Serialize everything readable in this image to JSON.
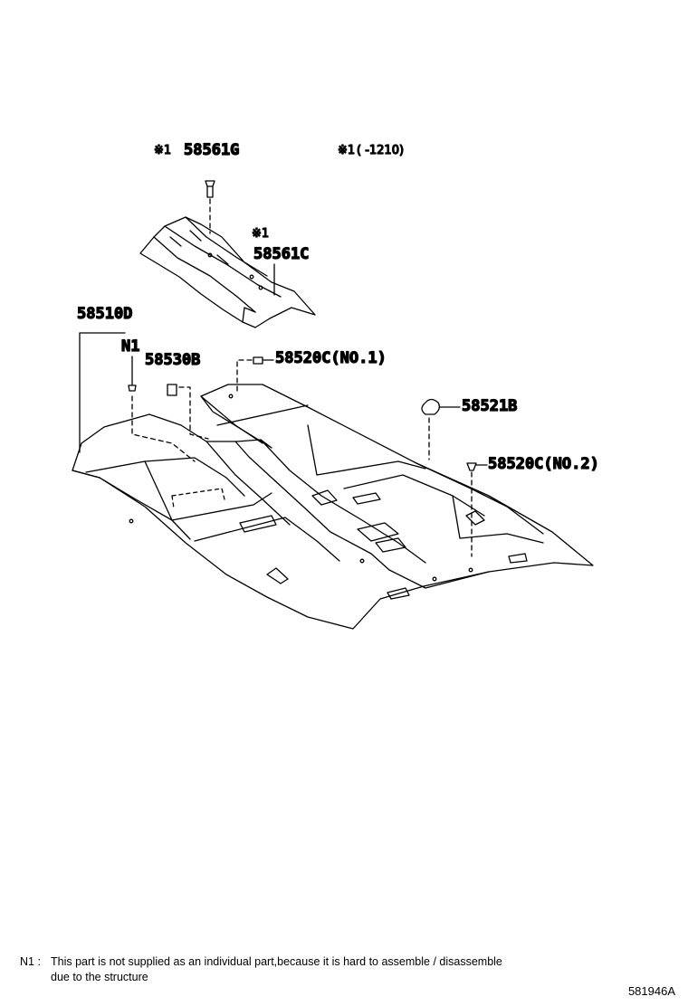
{
  "callouts": {
    "g58561G_mark": "※1",
    "g58561G": "58561G",
    "note_mark": "※1",
    "note_range": "(      -1210)",
    "c58561C_mark": "※1",
    "c58561C": "58561C",
    "p58510D": "58510D",
    "n1": "N1",
    "p58530B": "58530B",
    "p58520C_no1": "58520C(NO.1)",
    "p58521B": "58521B",
    "p58520C_no2": "58520C(NO.2)"
  },
  "footnote": {
    "key": "N1 :",
    "line1": "This part is not supplied as an individual part,because it is hard to assemble / disassemble",
    "line2": "due to the structure"
  },
  "illustration_code": "581946A"
}
